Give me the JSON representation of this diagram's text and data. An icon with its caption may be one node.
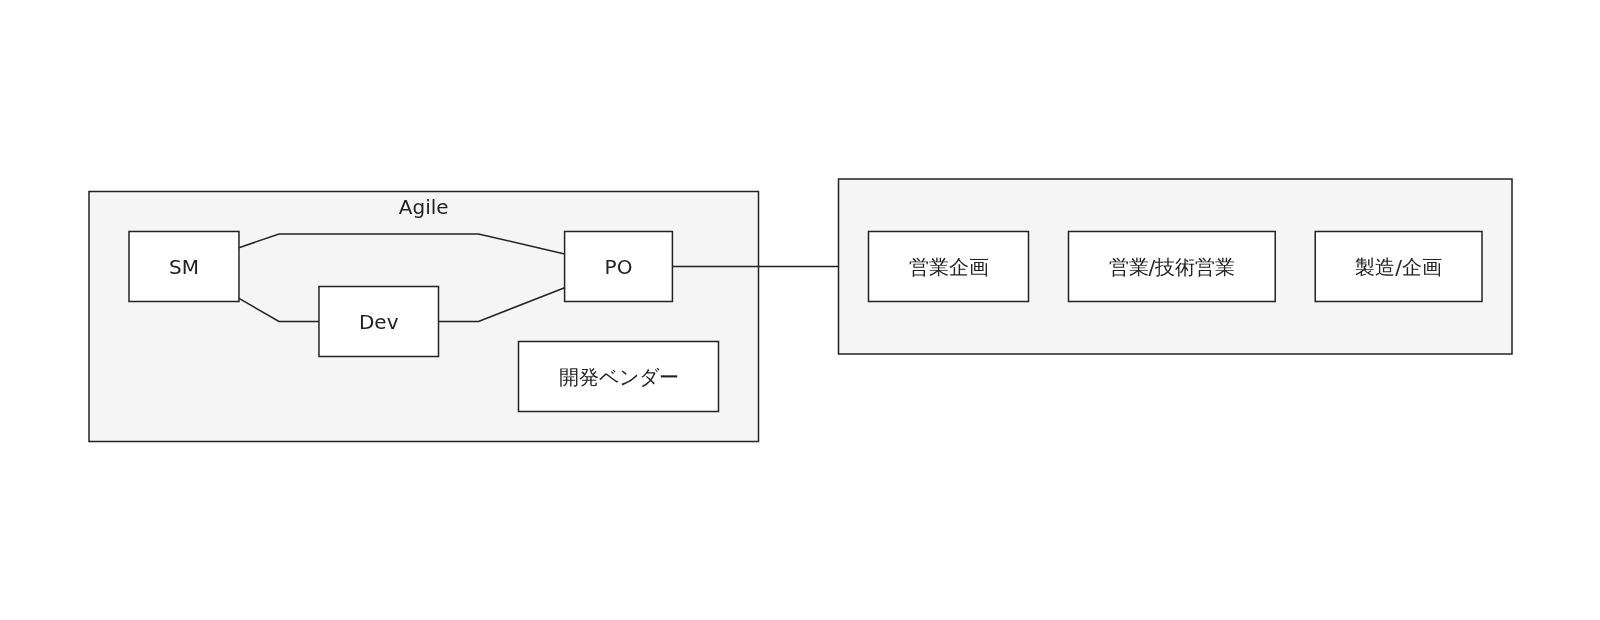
{
  "diagram": {
    "nodes": [
      {
        "text": [
          "Agile"
        ]
      },
      {
        "text": [
          "SM"
        ],
        "in": 0
      },
      {
        "text": [
          "PO"
        ],
        "in": 0
      },
      {
        "text": [
          "Dev"
        ],
        "in": 0
      },
      {
        "text": [
          "開発ベンダー"
        ],
        "in": 0
      },
      {
        "text": [],
        "shape": "box"
      },
      {
        "text": [
          "営業企画"
        ],
        "in": 5
      },
      {
        "text": [
          "営業/技術営業"
        ],
        "in": 5
      },
      {
        "text": [
          "製造/企画"
        ],
        "in": 5
      }
    ],
    "edges": [
      {
        "from": 1,
        "to": 2,
        "arrow": "none"
      },
      {
        "from": 1,
        "to": 3,
        "arrow": "none"
      },
      {
        "from": 3,
        "to": 2,
        "arrow": "none"
      },
      {
        "from": 2,
        "to": 5,
        "arrow": "none"
      }
    ]
  }
}
